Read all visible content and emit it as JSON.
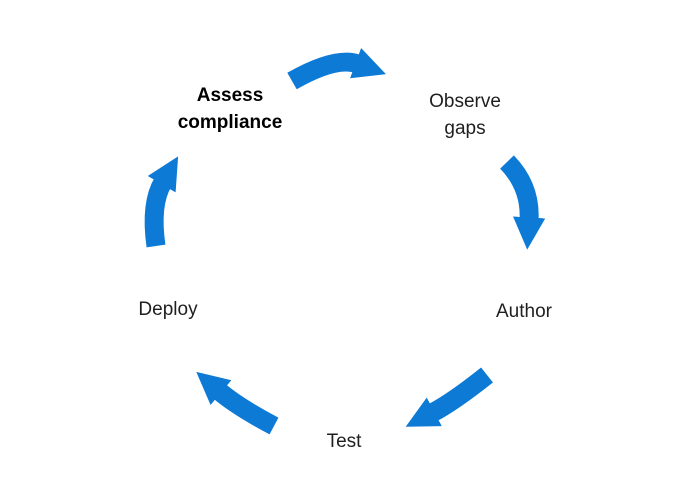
{
  "diagram": {
    "type": "cycle",
    "accent_color": "#0d7ad6",
    "background_color": "#ffffff",
    "nodes": [
      {
        "id": "assess-compliance",
        "label": "Assess compliance",
        "emphasis": true
      },
      {
        "id": "observe-gaps",
        "label": "Observe gaps",
        "emphasis": false
      },
      {
        "id": "author",
        "label": "Author",
        "emphasis": false
      },
      {
        "id": "test",
        "label": "Test",
        "emphasis": false
      },
      {
        "id": "deploy",
        "label": "Deploy",
        "emphasis": false
      }
    ],
    "connections": [
      {
        "from": "assess-compliance",
        "to": "observe-gaps"
      },
      {
        "from": "observe-gaps",
        "to": "author"
      },
      {
        "from": "author",
        "to": "test"
      },
      {
        "from": "test",
        "to": "deploy"
      },
      {
        "from": "deploy",
        "to": "assess-compliance"
      }
    ]
  }
}
